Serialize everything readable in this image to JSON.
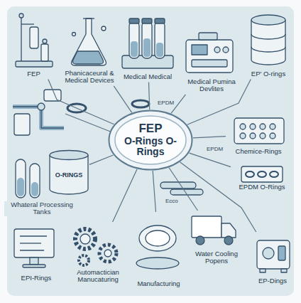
{
  "diagram": {
    "nodes": [
      {
        "text": [
          "FEP"
        ]
      },
      {
        "text": [
          "Phanicaceural & Medical Devices"
        ]
      },
      {
        "text": [
          "Medical Medical"
        ]
      },
      {
        "text": [
          "Medical Pumina Devlites"
        ]
      },
      {
        "text": [
          "EP' O-rings"
        ]
      },
      {
        "text": [
          "FEP",
          "O-Rings O-Rings"
        ]
      },
      {
        "text": [
          "Chemice-Rings"
        ]
      },
      {
        "text": [
          "EPDM O-Rings"
        ]
      },
      {
        "text": [
          "O-RINGS"
        ]
      },
      {
        "text": [
          "Water Cooling Popens"
        ]
      },
      {
        "text": [
          "EPI-Rings"
        ]
      },
      {
        "text": [
          "Automactician Manucaturing"
        ]
      },
      {
        "text": [
          "Manufacturing"
        ]
      },
      {
        "text": [
          "EP-Dings"
        ]
      }
    ],
    "edges": [
      {
        "from": 5,
        "to": 0,
        "arrow": "none"
      },
      {
        "from": 5,
        "to": 1,
        "arrow": "none"
      },
      {
        "from": 5,
        "to": 2,
        "arrow": "none"
      },
      {
        "from": 5,
        "to": 3,
        "arrow": "none"
      },
      {
        "from": 5,
        "to": 4,
        "arrow": "none"
      },
      {
        "from": 5,
        "to": 6,
        "arrow": "none"
      },
      {
        "from": 5,
        "to": 7,
        "arrow": "none"
      },
      {
        "from": 5,
        "to": 8,
        "arrow": "none"
      },
      {
        "from": 5,
        "to": 9,
        "arrow": "none"
      },
      {
        "from": 5,
        "to": 11,
        "arrow": "none"
      },
      {
        "from": 5,
        "to": 12,
        "arrow": "none"
      },
      {
        "from": 5,
        "to": 13,
        "arrow": "none"
      }
    ],
    "labels": [
      "EPDM",
      "EPDM",
      "Ecco",
      "Whateral Processing Tanks"
    ]
  }
}
